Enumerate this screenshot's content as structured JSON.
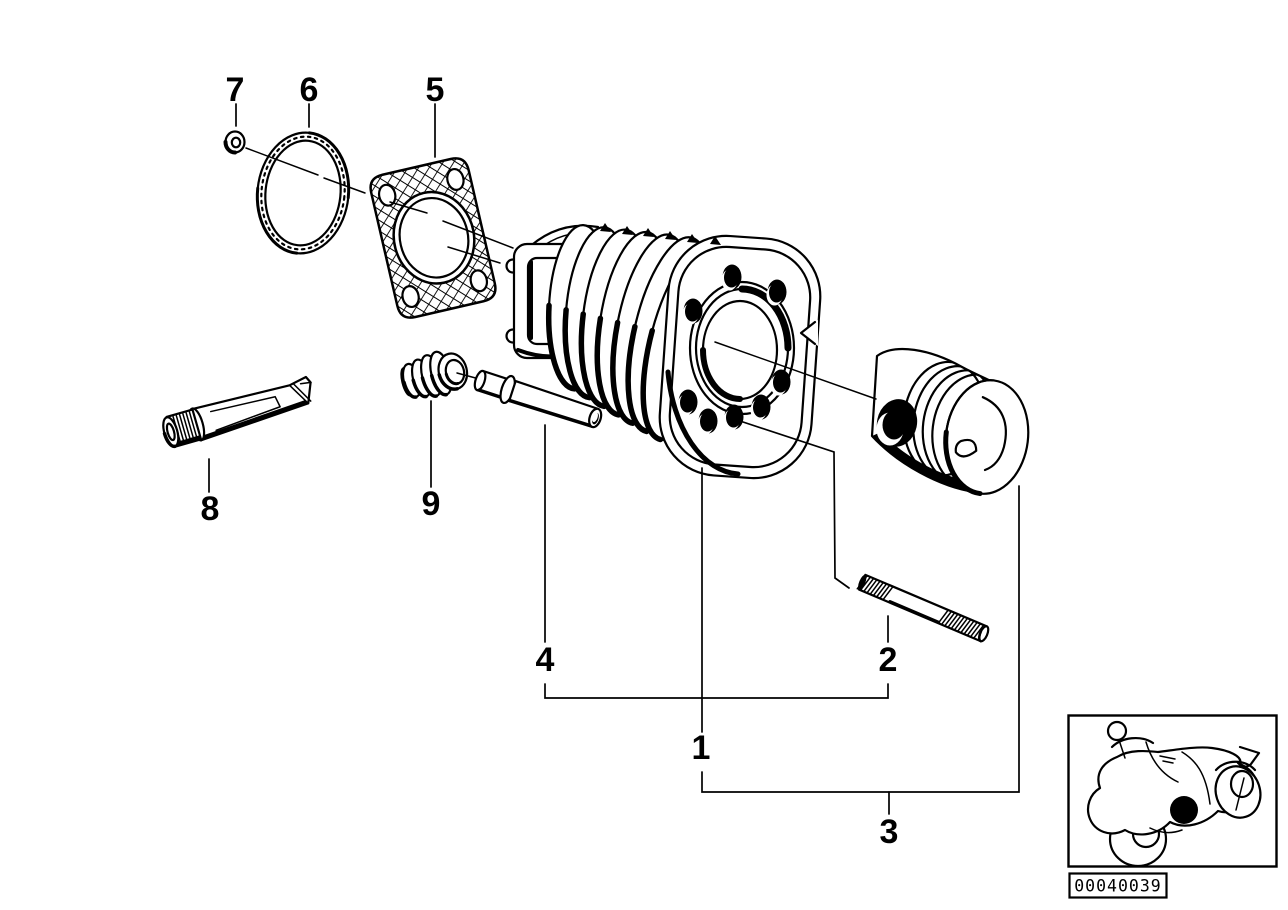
{
  "diagram": {
    "background": "#ffffff",
    "line_color": "#000000",
    "callouts": [
      {
        "label": "7"
      },
      {
        "label": "6"
      },
      {
        "label": "5"
      },
      {
        "label": "8"
      },
      {
        "label": "9"
      },
      {
        "label": "4"
      },
      {
        "label": "1"
      },
      {
        "label": "2"
      },
      {
        "label": "3"
      }
    ],
    "footer": {
      "image_id": "00040039"
    },
    "thumbnail": {
      "icon": "motorcycle-icon",
      "marker": "part-location-dot"
    }
  }
}
